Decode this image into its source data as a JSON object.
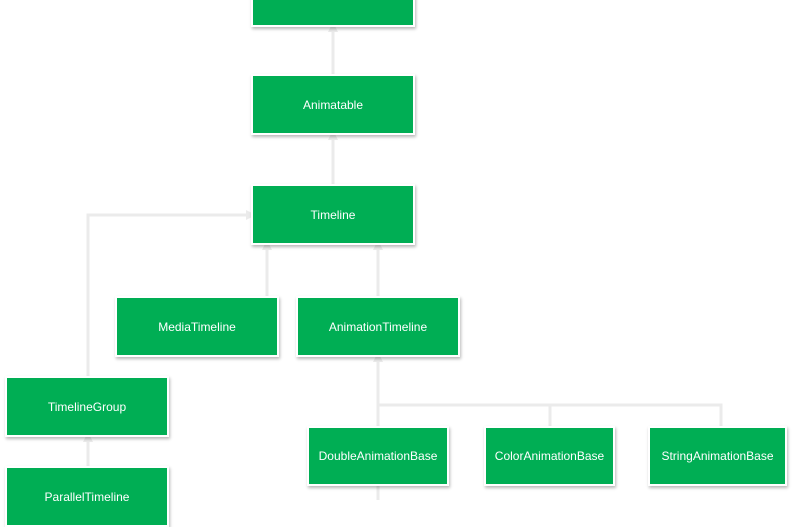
{
  "colors": {
    "node_fill": "#00AE54",
    "node_text": "#FFFFFF",
    "edge": "#EBEBEB"
  },
  "nodes": {
    "top": "",
    "animatable": "Animatable",
    "timeline": "Timeline",
    "media_timeline": "MediaTimeline",
    "animation_timeline": "AnimationTimeline",
    "timeline_group": "TimelineGroup",
    "parallel_timeline": "ParallelTimeline",
    "double_animation_base": "DoubleAnimationBase",
    "color_animation_base": "ColorAnimationBase",
    "string_animation_base": "StringAnimationBase"
  },
  "edges": [
    {
      "from": "animatable",
      "to": "top"
    },
    {
      "from": "timeline",
      "to": "animatable"
    },
    {
      "from": "media_timeline",
      "to": "timeline"
    },
    {
      "from": "animation_timeline",
      "to": "timeline"
    },
    {
      "from": "timeline_group",
      "to": "timeline"
    },
    {
      "from": "parallel_timeline",
      "to": "timeline_group"
    },
    {
      "from": "double_animation_base",
      "to": "animation_timeline"
    },
    {
      "from": "color_animation_base",
      "to": "animation_timeline"
    },
    {
      "from": "string_animation_base",
      "to": "animation_timeline"
    }
  ]
}
